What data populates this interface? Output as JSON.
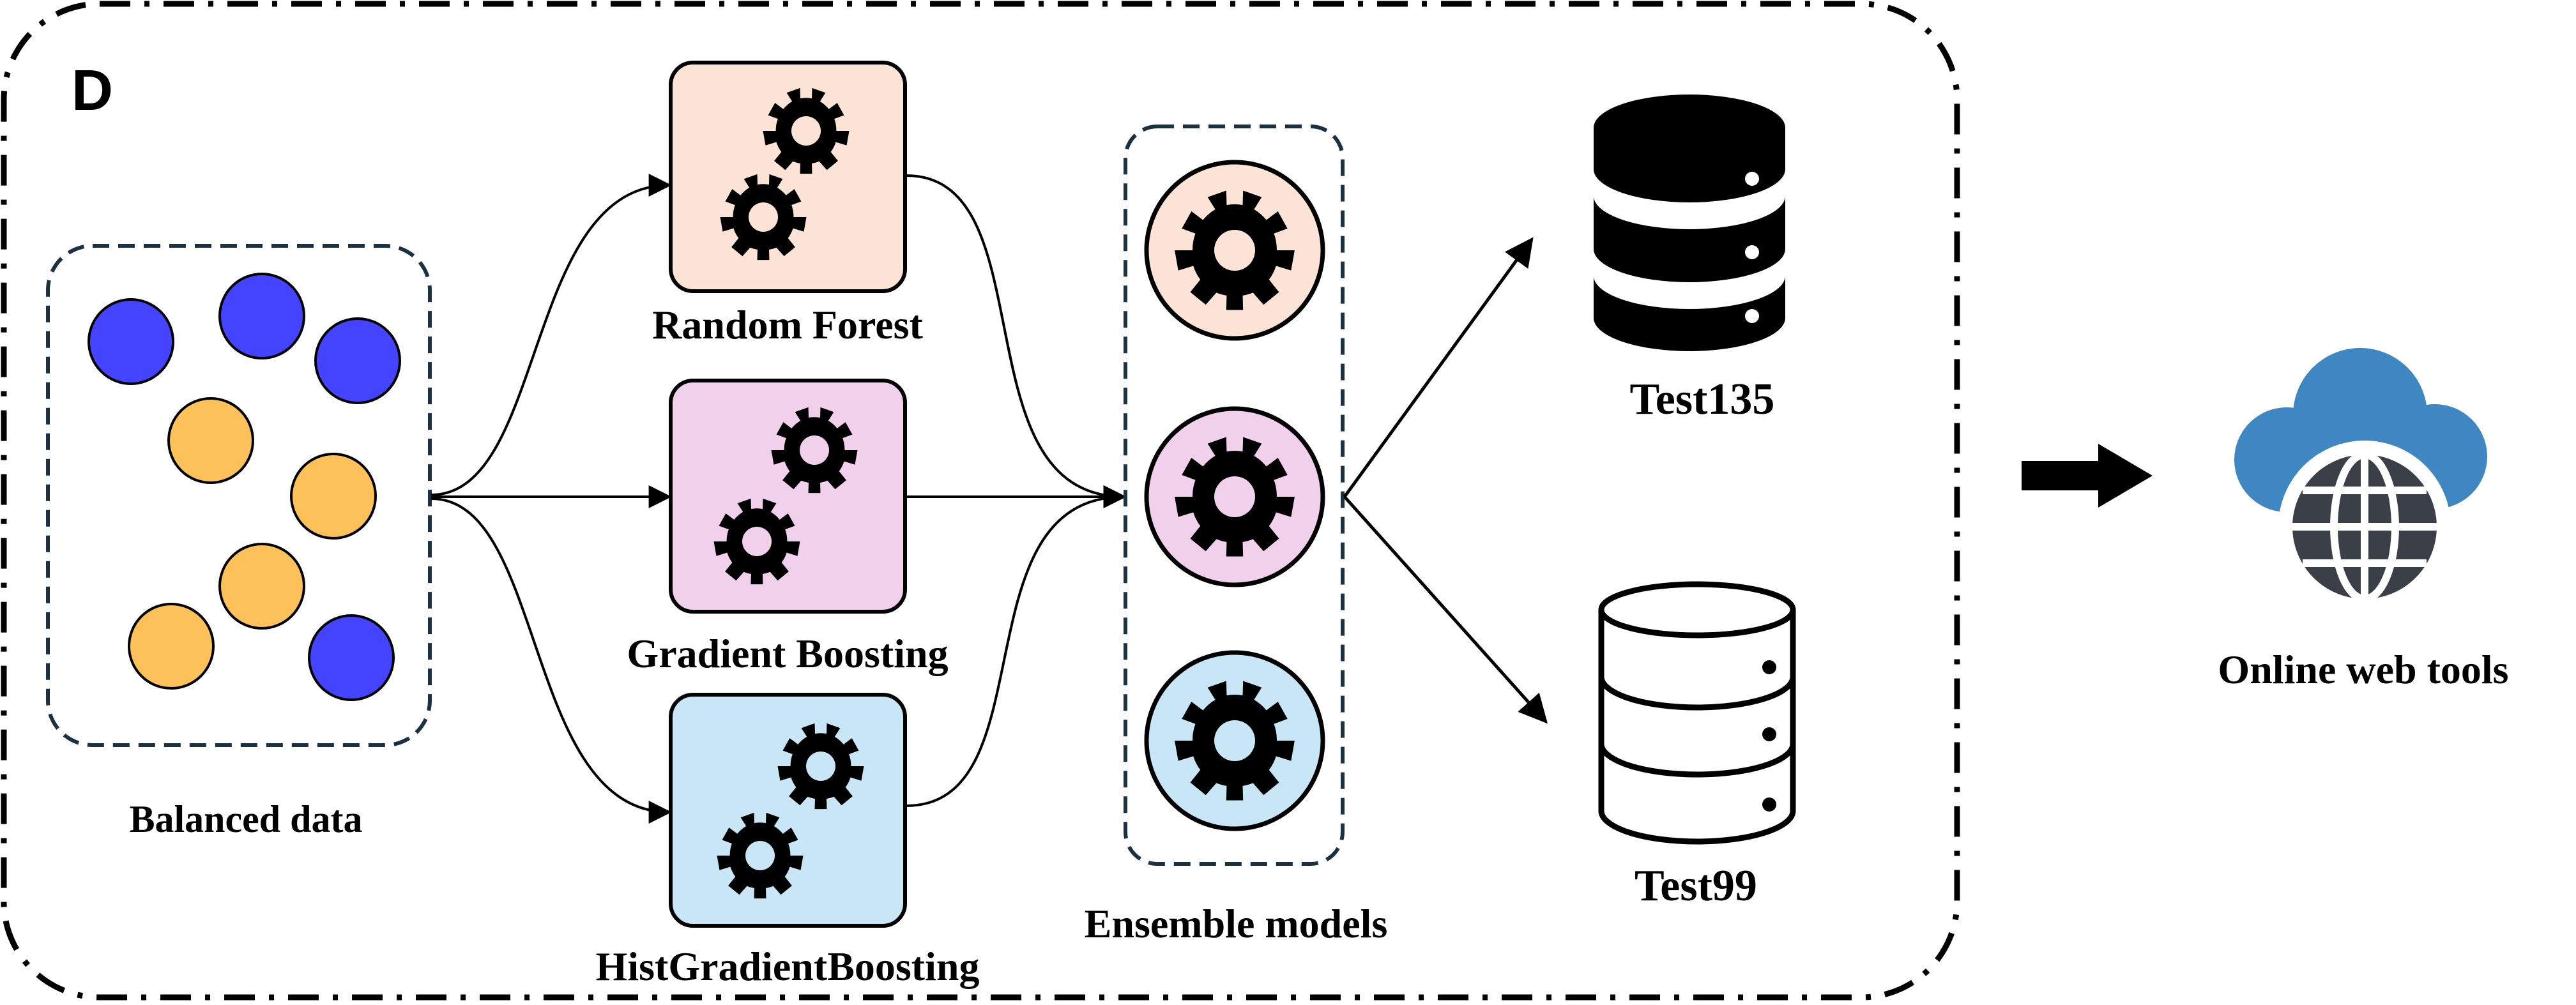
{
  "panel_label": "D",
  "input": {
    "label": "Balanced data",
    "dots": [
      {
        "color": "blue"
      },
      {
        "color": "blue"
      },
      {
        "color": "blue"
      },
      {
        "color": "yellow"
      },
      {
        "color": "yellow"
      },
      {
        "color": "yellow"
      },
      {
        "color": "yellow"
      },
      {
        "color": "blue"
      }
    ]
  },
  "models": [
    {
      "label": "Random Forest",
      "fill": "#fbe3d6",
      "icon": "gear-icon"
    },
    {
      "label": "Gradient Boosting",
      "fill": "#f1d0ec",
      "icon": "gear-icon"
    },
    {
      "label": "HistGradientBoosting",
      "fill": "#c8e6f5",
      "icon": "gear-icon"
    }
  ],
  "ensemble": {
    "label": "Ensemble models",
    "circles": [
      {
        "fill": "#fbe3d6"
      },
      {
        "fill": "#f1d0ec"
      },
      {
        "fill": "#c8e6f5"
      }
    ]
  },
  "test_sets": [
    {
      "label": "Test135",
      "style": "filled",
      "icon": "database-icon"
    },
    {
      "label": "Test99",
      "style": "outline",
      "icon": "database-icon"
    }
  ],
  "output": {
    "label": "Online web tools",
    "icon": "cloud-globe-icon"
  },
  "colors": {
    "dot_blue": "#4444ff",
    "dot_yellow": "#fdc15a",
    "cloud": "#3f87c3",
    "globe": "#3a3f48",
    "frame": "#000000",
    "dashed_box": "#1b3040"
  }
}
